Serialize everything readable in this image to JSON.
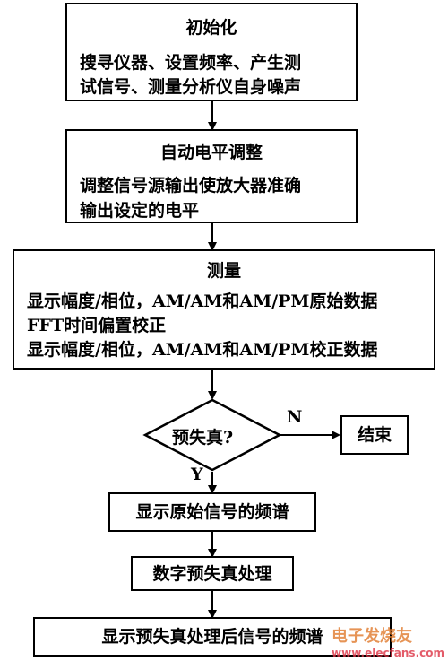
{
  "init": {
    "title": "初始化",
    "body": "搜寻仪器、设置频率、产生测\n试信号、测量分析仪自身噪声"
  },
  "auto_level": {
    "title": "自动电平调整",
    "body": "调整信号源输出使放大器准确\n输出设定的电平"
  },
  "measure": {
    "title": "测量",
    "lines": [
      "显示幅度/相位，AM/AM和AM/PM原始数据",
      "FFT时间偏置校正",
      "显示幅度/相位，AM/AM和AM/PM校正数据"
    ]
  },
  "decision": {
    "label": "预失真?",
    "no": "N",
    "yes": "Y"
  },
  "end_box": "结束",
  "show_original": "显示原始信号的频谱",
  "digital_predistortion": "数字预失真处理",
  "show_processed": "显示预失真处理后信号的频谱",
  "watermark": {
    "brand": "电子发烧友",
    "site": "www.elecfans.com"
  }
}
